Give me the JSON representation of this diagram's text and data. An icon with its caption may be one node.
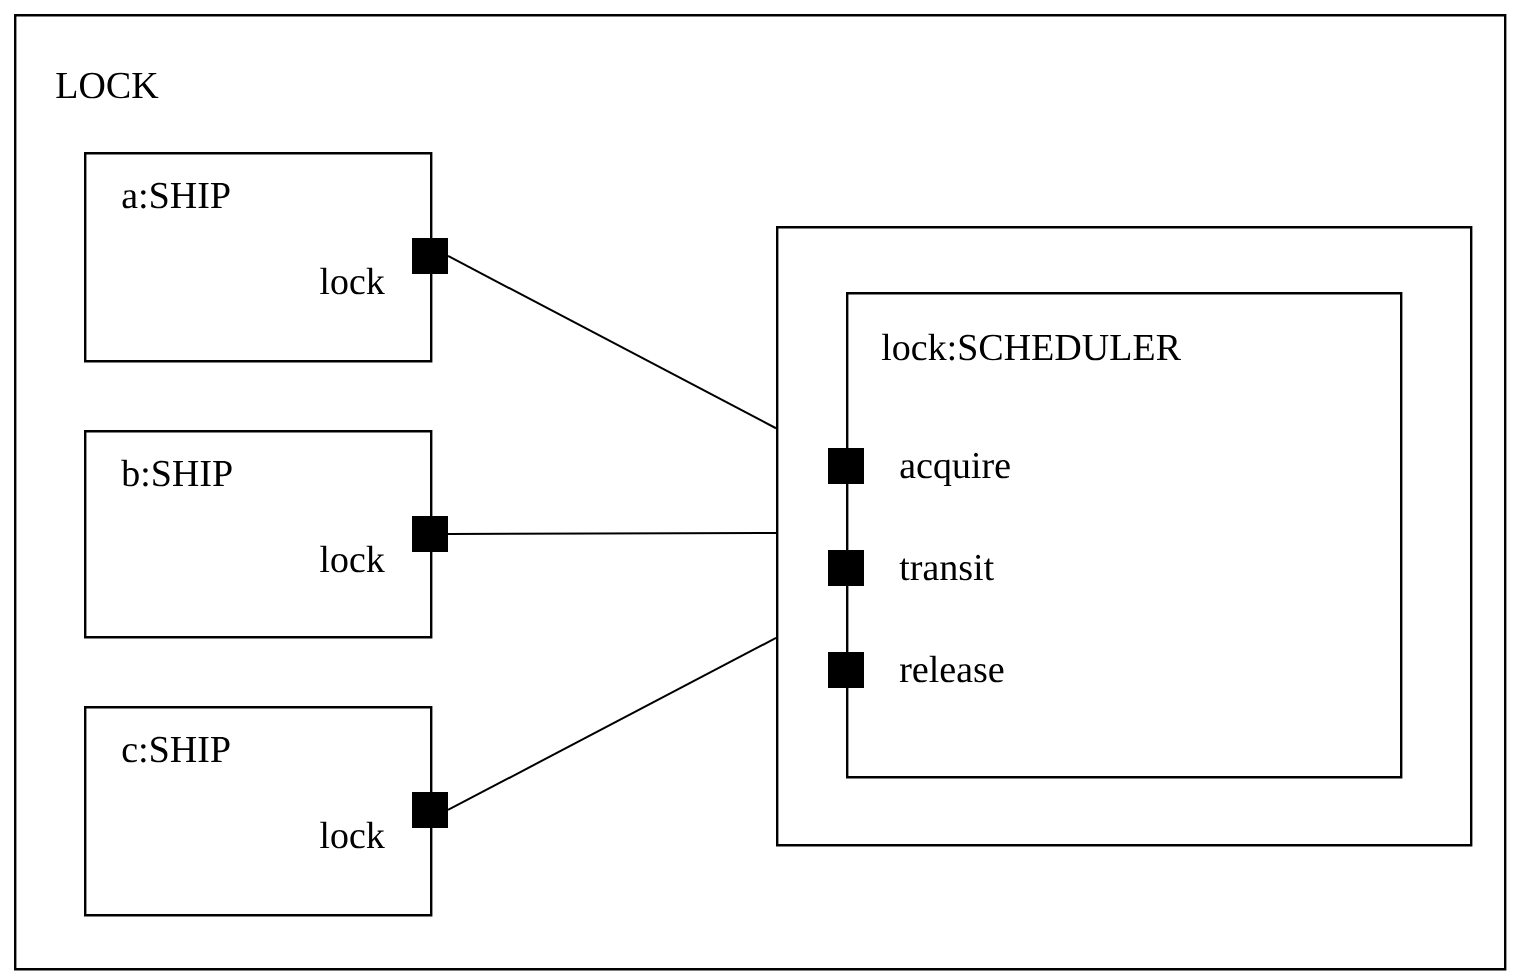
{
  "diagram": {
    "nodes": [
      {
        "text": [
          "LOCK"
        ]
      },
      {
        "text": [
          "a:SHIP",
          "lock"
        ],
        "in": 0
      },
      {
        "text": [
          "b:SHIP",
          "lock"
        ],
        "in": 0
      },
      {
        "text": [
          "c:SHIP",
          "lock"
        ],
        "in": 0
      },
      {
        "text": [],
        "shape": "box",
        "in": 0
      },
      {
        "text": [
          "lock:SCHEDULER",
          "acquire",
          "transit",
          "release"
        ],
        "in": 4
      }
    ],
    "edges": [
      {
        "from": 1,
        "to": 4,
        "arrow": "none"
      },
      {
        "from": 2,
        "to": 4,
        "arrow": "none"
      },
      {
        "from": 3,
        "to": 4,
        "arrow": "none"
      }
    ]
  }
}
